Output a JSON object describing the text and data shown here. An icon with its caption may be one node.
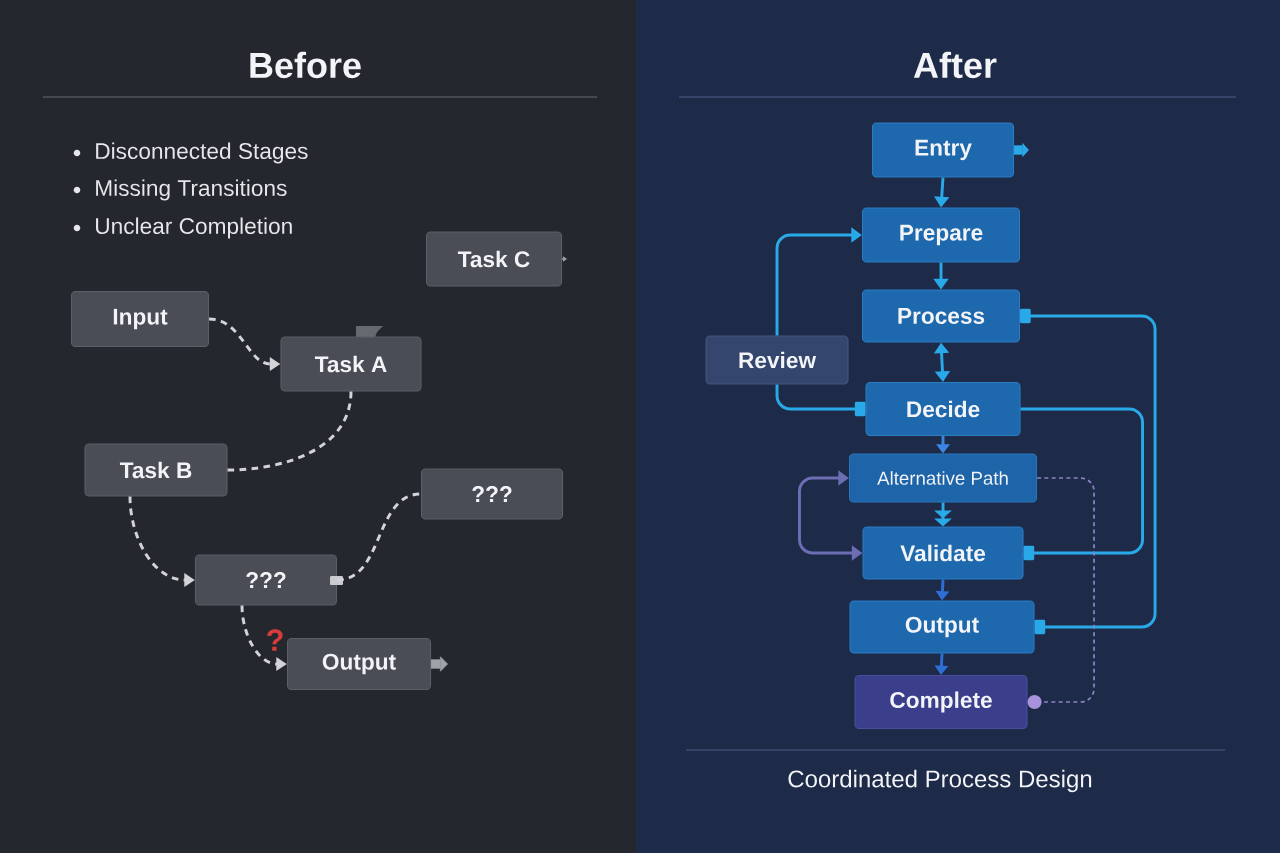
{
  "diagram": {
    "nodes": [
      {
        "text": [
          "Before"
        ]
      },
      {
        "text": [
          "After",
          "Coordinated Process Design"
        ]
      },
      {
        "text": [
          "Input"
        ],
        "in": 0
      },
      {
        "text": [
          "Task C"
        ],
        "in": 0
      },
      {
        "text": [
          "Task A"
        ],
        "in": 0
      },
      {
        "text": [
          "Task B"
        ],
        "in": 0
      },
      {
        "text": [
          "???"
        ],
        "in": 0
      },
      {
        "text": [
          "???"
        ],
        "in": 0
      },
      {
        "text": [
          "Output"
        ],
        "in": 0
      },
      {
        "text": [
          "Entry"
        ],
        "in": 1
      },
      {
        "text": [
          "Prepare"
        ],
        "in": 1
      },
      {
        "text": [
          "Process"
        ],
        "in": 1
      },
      {
        "text": [
          "Review"
        ],
        "in": 1
      },
      {
        "text": [
          "Decide"
        ],
        "in": 1
      },
      {
        "text": [
          "Alternative Path"
        ],
        "in": 1
      },
      {
        "text": [
          "Validate"
        ],
        "in": 1
      },
      {
        "text": [
          "Output"
        ],
        "in": 1
      },
      {
        "text": [
          "Complete"
        ],
        "in": 1
      }
    ],
    "edges": [
      {
        "from": 2,
        "to": 4,
        "arrow": "to",
        "style": "dashed",
        "color": "#d2d4d8"
      },
      {
        "from": 4,
        "to": 5,
        "arrow": "none",
        "style": "dashed",
        "color": "#d2d4d8"
      },
      {
        "from": 5,
        "to": 7,
        "arrow": "to",
        "style": "dashed",
        "color": "#d2d4d8"
      },
      {
        "from": 7,
        "to": 6,
        "arrow": "none",
        "style": "dashed",
        "color": "#d2d4d8"
      },
      {
        "from": 7,
        "to": 8,
        "arrow": "to",
        "style": "dashed",
        "color": "#d2d4d8"
      },
      {
        "from": 8,
        "to": null,
        "arrow": "to",
        "style": "thick",
        "color": "#9fa2a9"
      },
      {
        "from": 3,
        "to": null,
        "arrow": "to",
        "color": "#9fa2a9"
      },
      {
        "from": 9,
        "to": null,
        "arrow": "to",
        "style": "thick"
      },
      {
        "from": 9,
        "to": 10,
        "arrow": "to"
      },
      {
        "from": 10,
        "to": 11,
        "arrow": "to"
      },
      {
        "from": 11,
        "to": 13,
        "arrow": "both"
      },
      {
        "from": 12,
        "to": 10,
        "arrow": "to"
      },
      {
        "from": 13,
        "to": 12,
        "arrow": "other"
      },
      {
        "from": 11,
        "to": 16,
        "arrow": "other"
      },
      {
        "from": 13,
        "to": 15,
        "arrow": "other"
      },
      {
        "from": 13,
        "to": 14,
        "arrow": "to",
        "color": "#3b86e2"
      },
      {
        "from": 14,
        "to": 15,
        "arrow": "to"
      },
      {
        "from": 15,
        "to": 14,
        "arrow": "both",
        "color": "#6d6db4"
      },
      {
        "from": 15,
        "to": 16,
        "arrow": "to",
        "color": "#2f6ed6"
      },
      {
        "from": 16,
        "to": 17,
        "arrow": "to",
        "color": "#2f6ed6"
      },
      {
        "from": 14,
        "to": 17,
        "arrow": "other",
        "style": "dashed",
        "color": "#8b83c9"
      }
    ],
    "labels": [
      "Disconnected Stages",
      "Missing Transitions",
      "Unclear Completion",
      "?"
    ]
  }
}
